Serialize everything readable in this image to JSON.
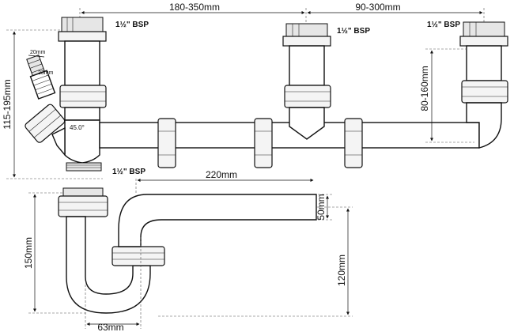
{
  "dimensions": {
    "top_left_span": "180-350mm",
    "top_right_span": "90-300mm",
    "right_height": "80-160mm",
    "left_height": "115-195mm",
    "hose_20": "20mm",
    "hose_23": "23mm",
    "angle": "45.0°",
    "trap_width": "220mm",
    "outlet_height": "50mm",
    "trap_height": "150mm",
    "outlet_level": "120mm",
    "trap_offset": "63mm"
  },
  "threads": {
    "left_inlet": "1½\" BSP",
    "middle_inlet": "1½\" BSP",
    "right_inlet": "1½\" BSP",
    "trap_inlet": "1½\" BSP"
  },
  "colors": {
    "line": "#111111",
    "nut_fill": "#f4f4f4",
    "background": "#ffffff"
  }
}
